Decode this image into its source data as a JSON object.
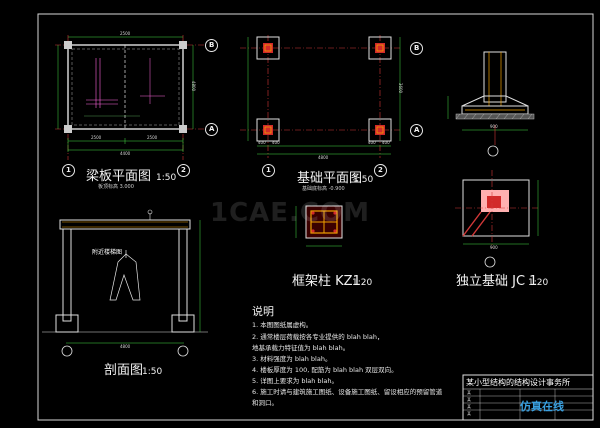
{
  "views": {
    "beam_plan": {
      "title": "梁板平面图",
      "scale": "1:50",
      "sub": "板顶标高 3.000",
      "dims": [
        "2500",
        "2500",
        "4400",
        "2500",
        "4800"
      ]
    },
    "foundation_plan": {
      "title": "基础平面图",
      "scale": "1:50",
      "sub": "基础底标高 -0.900",
      "dims": [
        "400",
        "400",
        "400",
        "400",
        "4800",
        "3600"
      ]
    },
    "column": {
      "title": "框架柱 KZ1",
      "scale": "1:20"
    },
    "footing": {
      "title": "独立基础 JC 1",
      "scale": "1:20",
      "dims": [
        "900",
        "900"
      ]
    },
    "section": {
      "title": "剖面图",
      "scale": "1:50",
      "label": "附近楼梯图",
      "dims": [
        "4800"
      ]
    }
  },
  "axes": {
    "a": "A",
    "b": "B",
    "n1": "1",
    "n2": "2"
  },
  "notes": {
    "title": "说明",
    "items": [
      "1. 本图图纸属虚构。",
      "2. 通常楼层荷载按各专业提供的 blah blah，",
      "   地基承载力特征值为 blah blah。",
      "3. 材料强度为 blah blah。",
      "4. 楼板厚度为 100, 配筋为 blah blah 双层双向。",
      "5. 详图上要求为 blah blah。",
      "6. 施工时请与建筑施工图纸、设备施工图纸、留设相应的预留管道",
      "   和洞口。"
    ]
  },
  "title_block": {
    "company": "某小型结构的结构设计事务所",
    "cells": [
      "某",
      "某",
      "某",
      "某"
    ]
  },
  "watermark": {
    "main": "1CAE.COM",
    "site": "仿真在线"
  },
  "colors": {
    "background": "#000000",
    "frame": "#e6e6e6",
    "dimension": "#44dd44",
    "axis_line": "#d23838",
    "column_fill": "#d22a2a",
    "rebar": "#f0a000",
    "hatch": "#ff66dd"
  }
}
